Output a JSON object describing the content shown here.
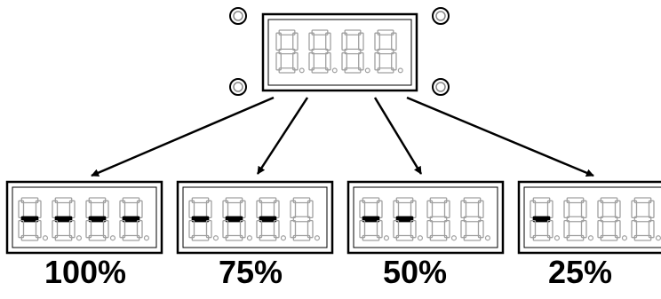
{
  "diagram": {
    "main_display": {
      "digits": 4,
      "lit_dashes": 0
    },
    "levels": [
      {
        "label": "100%",
        "lit_dashes": 4
      },
      {
        "label": "75%",
        "lit_dashes": 3
      },
      {
        "label": "50%",
        "lit_dashes": 2
      },
      {
        "label": "25%",
        "lit_dashes": 1
      }
    ],
    "colors": {
      "outline": "#000000",
      "segment_stroke": "#a0a0a0",
      "panel_fill": "#ffffff",
      "lit_segment": "#000000"
    }
  }
}
